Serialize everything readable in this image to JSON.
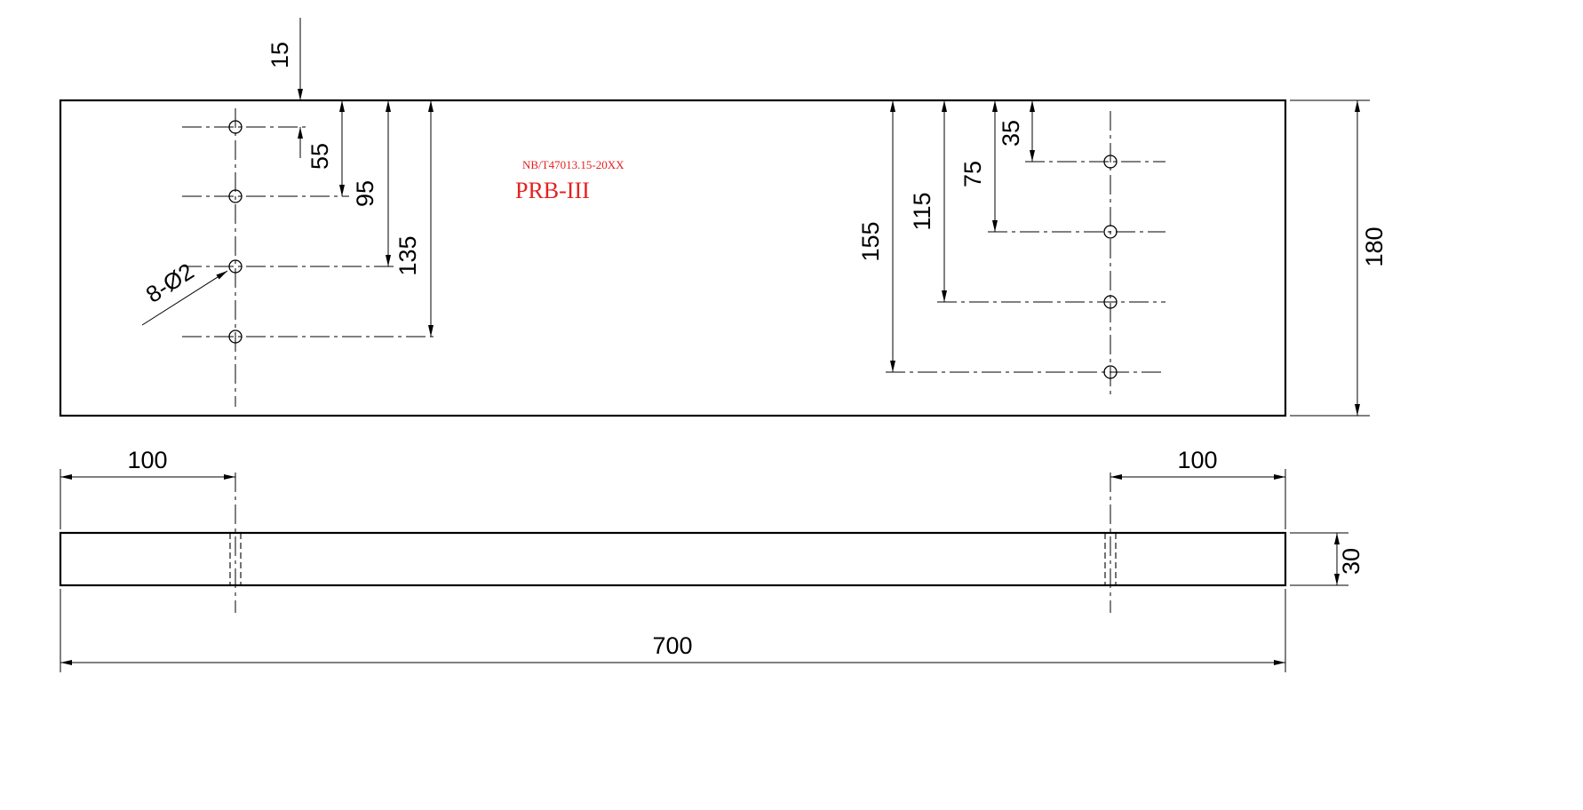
{
  "annotations": {
    "standard_code": "NB/T47013.15-20XX",
    "block_name": "PRB-III",
    "holes_callout": "8-Ø2"
  },
  "colors": {
    "line": "#000000",
    "annotation_red": "#e62020",
    "background": "#ffffff"
  },
  "front_view": {
    "left_hole_dims": [
      "15",
      "55",
      "95",
      "135"
    ],
    "right_hole_dims": [
      "35",
      "75",
      "115",
      "155"
    ],
    "plate_height": "180"
  },
  "side_view": {
    "left_hole_offset": "100",
    "right_hole_offset": "100",
    "plate_length": "700",
    "plate_thickness": "30"
  }
}
